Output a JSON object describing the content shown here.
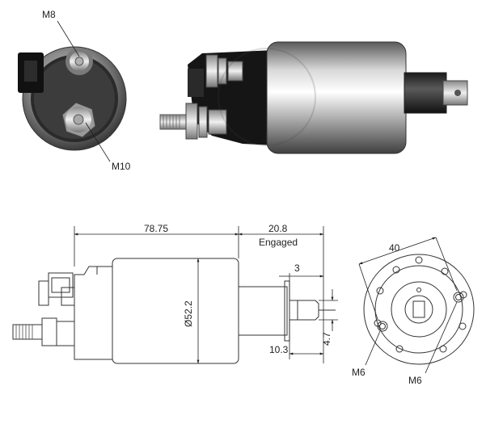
{
  "photo_labels": {
    "m8": "M8",
    "m10": "M10"
  },
  "dimensions": {
    "body_length": "78.75",
    "stroke": "20.8",
    "stroke_note": "Engaged",
    "diameter": "Ø52.2",
    "plunger_tip": "3",
    "tip_height": "4.7",
    "plunger_length": "10.3"
  },
  "end_view": {
    "bolt_circle": "40",
    "hole_left": "M6",
    "hole_right": "M6"
  },
  "colors": {
    "line": "#222222",
    "metal_light": "#e6e6e6",
    "metal_dark": "#6b6b6b",
    "cap_black": "#1a1a1a"
  }
}
